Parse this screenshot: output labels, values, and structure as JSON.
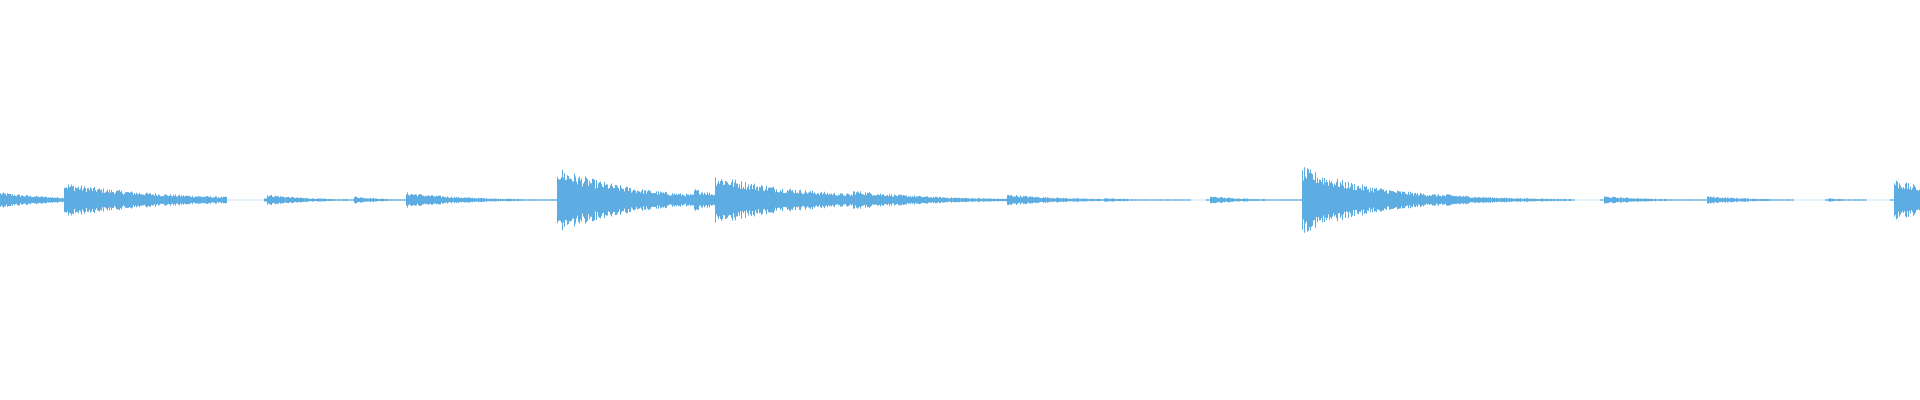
{
  "waveform": {
    "color": "#5dade2",
    "baseline_color": "#5dade2",
    "transients": [
      {
        "time": 0.0,
        "amplitude": 0.04,
        "decay": 0.03,
        "continues_from_previous": true
      },
      {
        "time": 0.033,
        "amplitude": 0.09,
        "decay": 0.05
      },
      {
        "time": 0.139,
        "amplitude": 0.03,
        "decay": 0.02
      },
      {
        "time": 0.184,
        "amplitude": 0.02,
        "decay": 0.015
      },
      {
        "time": 0.211,
        "amplitude": 0.04,
        "decay": 0.03
      },
      {
        "time": 0.247,
        "amplitude": 0.01,
        "decay": 0.01
      },
      {
        "time": 0.29,
        "amplitude": 0.17,
        "decay": 0.04
      },
      {
        "time": 0.361,
        "amplitude": 0.06,
        "decay": 0.02
      },
      {
        "time": 0.372,
        "amplitude": 0.13,
        "decay": 0.05
      },
      {
        "time": 0.439,
        "amplitude": 0.03,
        "decay": 0.015
      },
      {
        "time": 0.444,
        "amplitude": 0.05,
        "decay": 0.04
      },
      {
        "time": 0.524,
        "amplitude": 0.03,
        "decay": 0.03
      },
      {
        "time": 0.575,
        "amplitude": 0.01,
        "decay": 0.02
      },
      {
        "time": 0.63,
        "amplitude": 0.02,
        "decay": 0.02
      },
      {
        "time": 0.678,
        "amplitude": 0.17,
        "decay": 0.04
      },
      {
        "time": 0.753,
        "amplitude": 0.03,
        "decay": 0.03
      },
      {
        "time": 0.835,
        "amplitude": 0.02,
        "decay": 0.025
      },
      {
        "time": 0.889,
        "amplitude": 0.02,
        "decay": 0.025
      },
      {
        "time": 0.952,
        "amplitude": 0.01,
        "decay": 0.01
      },
      {
        "time": 0.986,
        "amplitude": 0.11,
        "decay": 0.03
      }
    ],
    "gaps": [
      [
        0.118,
        0.137
      ],
      [
        0.62,
        0.628
      ],
      [
        0.82,
        0.833
      ],
      [
        0.934,
        0.95
      ],
      [
        0.972,
        0.984
      ]
    ]
  }
}
